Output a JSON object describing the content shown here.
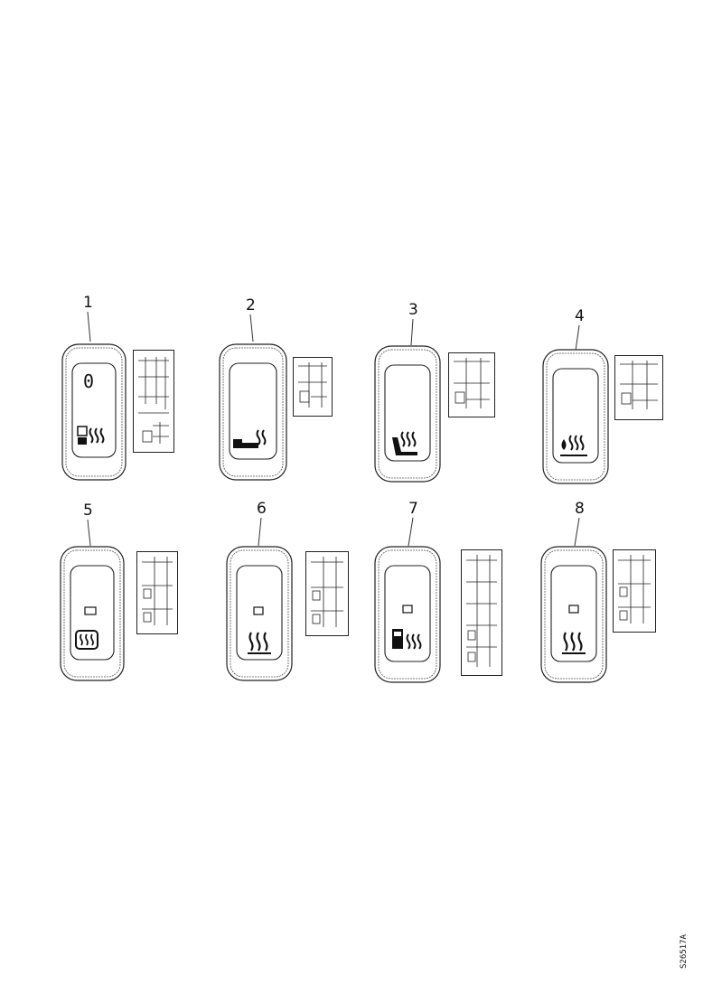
{
  "items": [
    {
      "number": "1",
      "symbol": "seat-heat-off-combo",
      "switch_label": "0"
    },
    {
      "number": "2",
      "symbol": "seat-cushion-heat"
    },
    {
      "number": "3",
      "symbol": "seat-backrest-heat"
    },
    {
      "number": "4",
      "symbol": "heater-with-drop"
    },
    {
      "number": "5",
      "symbol": "rear-window-heat"
    },
    {
      "number": "6",
      "symbol": "heat-waves"
    },
    {
      "number": "7",
      "symbol": "fuel-heater"
    },
    {
      "number": "8",
      "symbol": "heat-waves"
    }
  ],
  "doc_ref": "S26517A"
}
